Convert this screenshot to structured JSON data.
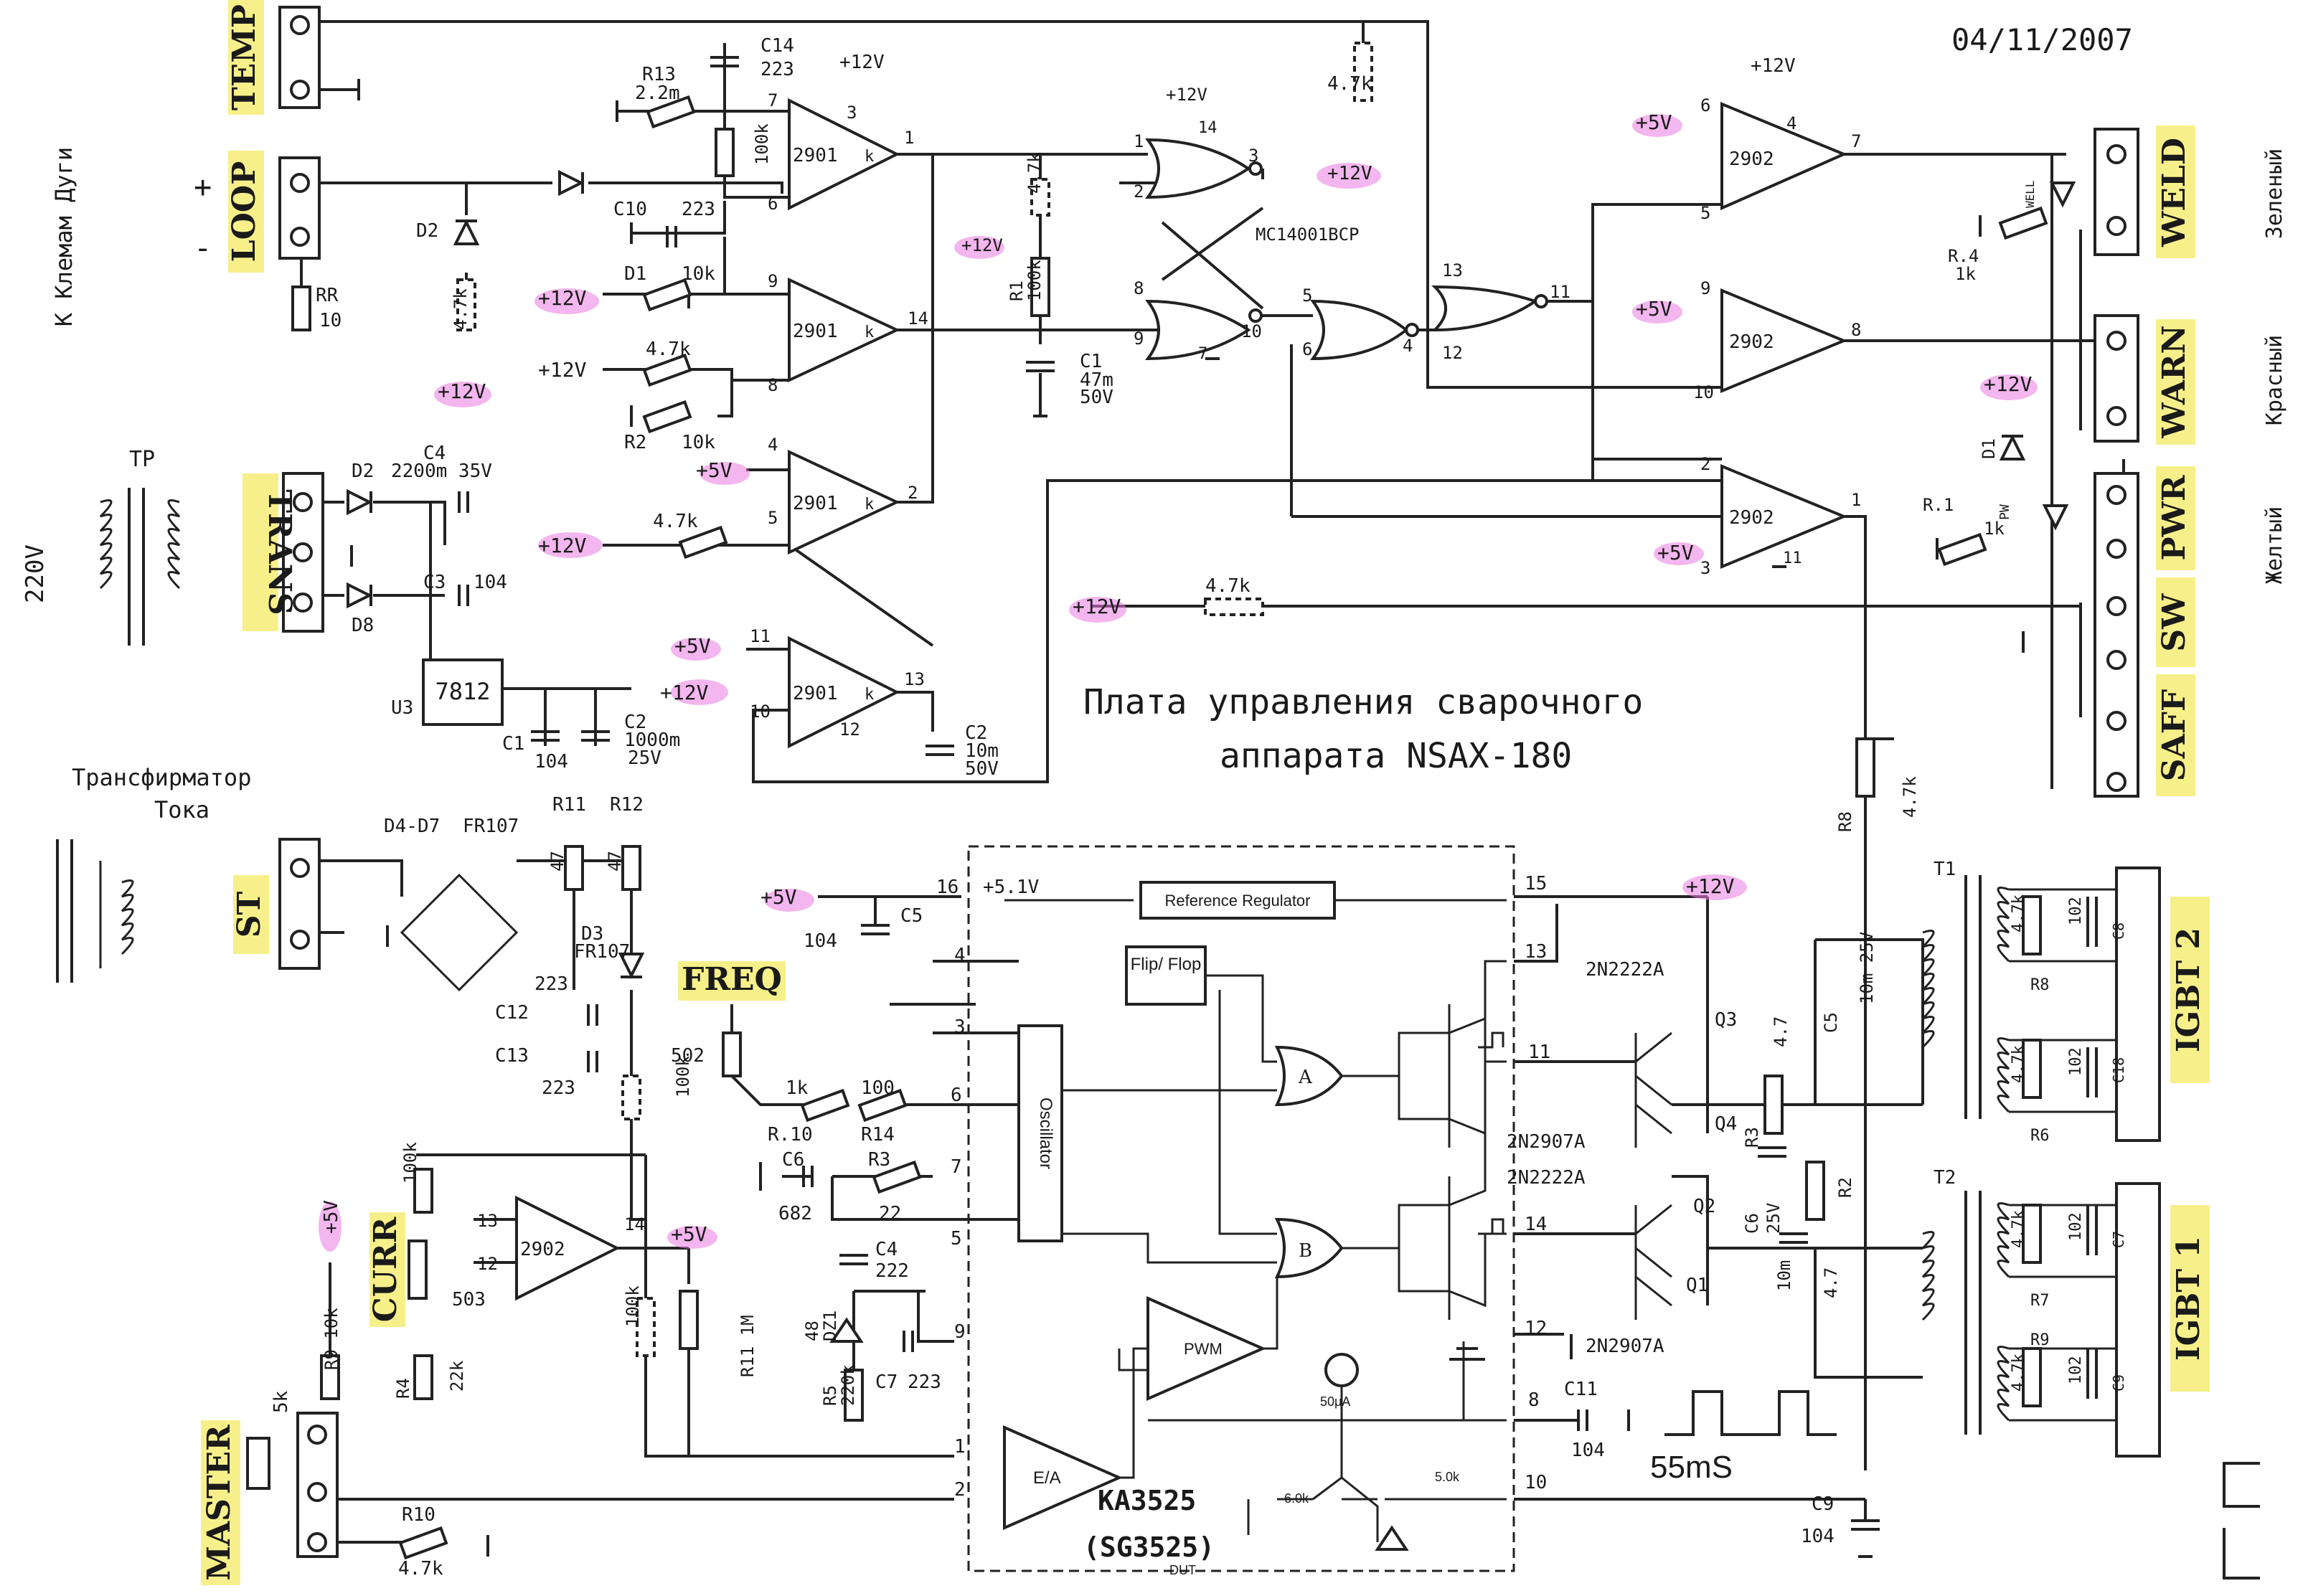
{
  "date": "04/11/2007",
  "title_line1": "Плата управления сварочного",
  "title_line2": "аппарата NSAX-180",
  "connectors": {
    "temp": "TEMP",
    "loop": "LOOP",
    "trans": "TRANS",
    "st": "ST",
    "freq": "FREQ",
    "curr": "CURR",
    "master": "MASTER",
    "weld": "WELD",
    "warn": "WARN",
    "pwr": "PWR",
    "sw": "SW",
    "saff": "SAFF",
    "igbt2": "IGBT 2",
    "igbt1": "IGBT 1"
  },
  "labels": {
    "arc_clamps": "К Клемам Дуги",
    "plus": "+",
    "minus": "-",
    "tp": "TP",
    "v220": "220V",
    "current_transformer_1": "Трансфирматор",
    "current_transformer_2": "Тока",
    "green": "Зеленый",
    "red": "Красный",
    "yellow": "Желтый",
    "chip_ic": "MC14001BCP",
    "ka3525": "KA3525",
    "sg3525": "(SG3525)",
    "dut": "DUT",
    "ref_reg": "Reference Regulator",
    "flipflop": "Flip/ Flop",
    "oscillator": "Oscillator",
    "pwm": "PWM",
    "ea": "E/A",
    "gate_a": "A",
    "gate_b": "B",
    "i50ua": "50μA",
    "r6k_1": "6.0k",
    "r6k_2": "5.0k",
    "v51": "+5.1V",
    "ms55": "55mS",
    "q3": "Q3",
    "q4": "Q4",
    "q2": "Q2",
    "q1": "Q1",
    "t_2n2222a_1": "2N2222A",
    "t_2n2907a_1": "2N2907A",
    "t_2n2222a_2": "2N2222A",
    "t_2n2907a_2": "2N2907A",
    "t1": "T1",
    "t2": "T2"
  },
  "rails": {
    "p12_a": "+12V",
    "p12_b": "+12V",
    "p12_c": "+12V",
    "p12_d": "+12V",
    "p12_e": "+12V",
    "p12_f": "+12V",
    "p12_g": "+12V",
    "p12_h": "+12V",
    "p12_i": "+12V",
    "p12_j": "+12V",
    "p12_k": "+12V",
    "p12_l": "+12V",
    "p12_m": "+12V",
    "p5_a": "+5V",
    "p5_b": "+5V",
    "p5_c": "+5V",
    "p5_d": "+5V",
    "p5_e": "+5V",
    "p5_f": "+5V",
    "p5_g": "+5V",
    "p5_h": "+5V"
  },
  "opamps": {
    "u1a": "2901",
    "u1b": "2901",
    "u1c": "2901",
    "u1d": "2901",
    "u2a": "2902",
    "u2b": "2902",
    "u2c": "2902",
    "u2d": "2902",
    "k": "k"
  },
  "parts": {
    "c14": "C14",
    "c14v": "223",
    "r13": "R13",
    "r13v": "2.2m",
    "r100k_a": "100k",
    "c10": "C10",
    "c10v": "223",
    "d1": "D1",
    "d1v": "10k",
    "r47k_a": "4.7k",
    "r2": "R2",
    "r2v": "10k",
    "d2": "D2",
    "r47k_b": "4.7k",
    "rr": "RR",
    "rrv": "10",
    "r1": "R1",
    "r1v": "100k",
    "r47k_c": "4.7k",
    "c1": "C1",
    "c1v1": "47m",
    "c1v2": "50V",
    "r47k_d": "4.7k",
    "r47k_e": "4.7k",
    "r47k_f": "4.7k",
    "c4": "C4",
    "c4v": "2200m 35V",
    "c3": "C3",
    "c3v": "104",
    "d2b": "D2",
    "d8": "D8",
    "u3": "U3",
    "reg": "7812",
    "c1b": "C1",
    "c1bv": "104",
    "c2": "C2",
    "c2v1": "1000m",
    "c2v2": "25V",
    "c2b": "C2",
    "c2bv1": "10m",
    "c2bv2": "50V",
    "d4d7": "D4-D7",
    "fr107": "FR107",
    "r11": "R11",
    "r12": "R12",
    "r47": "47",
    "r47b": "47",
    "d3": "D3",
    "fr107b": "FR107",
    "c12": "C12",
    "c13": "C13",
    "c223a": "223",
    "c223b": "223",
    "r100k_b": "100k",
    "r502": "502",
    "r1k": "1k",
    "r10": "R.10",
    "r100": "100",
    "r14": "R14",
    "c6": "C6",
    "c682": "682",
    "r3": "R3",
    "r22": "22",
    "c4b": "C4",
    "c222": "222",
    "dz1": "DZ1",
    "dz1v": "48",
    "c7": "C7",
    "c223c": "223",
    "r5": "R5",
    "r220k": "220k",
    "r100k_c": "100k",
    "r503": "503",
    "r4": "R4",
    "r22k": "22k",
    "r100k_d": "100k",
    "r11m": "R11 1M",
    "r9": "R9 10k",
    "r5k": "5k",
    "r10b": "R10",
    "r47k_g": "4.7k",
    "c5": "C5",
    "c104a": "104",
    "c11": "C11",
    "c104b": "104",
    "c9": "C9",
    "c104c": "104",
    "r8": "R8",
    "r47k_h": "4.7k",
    "r47_q": "4.7",
    "c5b": "C5",
    "c5bv": "10m 25V",
    "r3b": "R3",
    "r2b": "R2",
    "c6b": "C6",
    "c6bv": "25V",
    "c6bv2": "10m",
    "r47_q2": "4.7",
    "r4w": "R.4",
    "r4wv": "1k",
    "weld_led": "WELL",
    "r1w": "R.1",
    "r1wv": "1k",
    "pw": "PW",
    "d1b": "D1",
    "t1r": "4.7k",
    "t1c": "102",
    "c8": "C8",
    "r8b": "R8",
    "c18": "C18",
    "r6": "R6",
    "t2r": "4.7k",
    "t2c": "102",
    "c7b": "C7",
    "r7": "R7",
    "r9b": "R9",
    "c9b": "C9",
    "t1r2": "4.7k",
    "t1c2": "102",
    "t2r2": "4.7k",
    "t2c2": "102"
  },
  "pins": {
    "p1": "1",
    "p2": "2",
    "p3": "3",
    "p4": "4",
    "p5": "5",
    "p6": "6",
    "p7": "7",
    "p8": "8",
    "p9": "9",
    "p10": "10",
    "p11": "11",
    "p12": "12",
    "p13": "13",
    "p14": "14",
    "p15": "15",
    "p16": "16"
  },
  "colors": {
    "rail_highlight": "#e97ae0",
    "label_highlight": "#f7f08a",
    "ink": "#1a1a1a"
  }
}
